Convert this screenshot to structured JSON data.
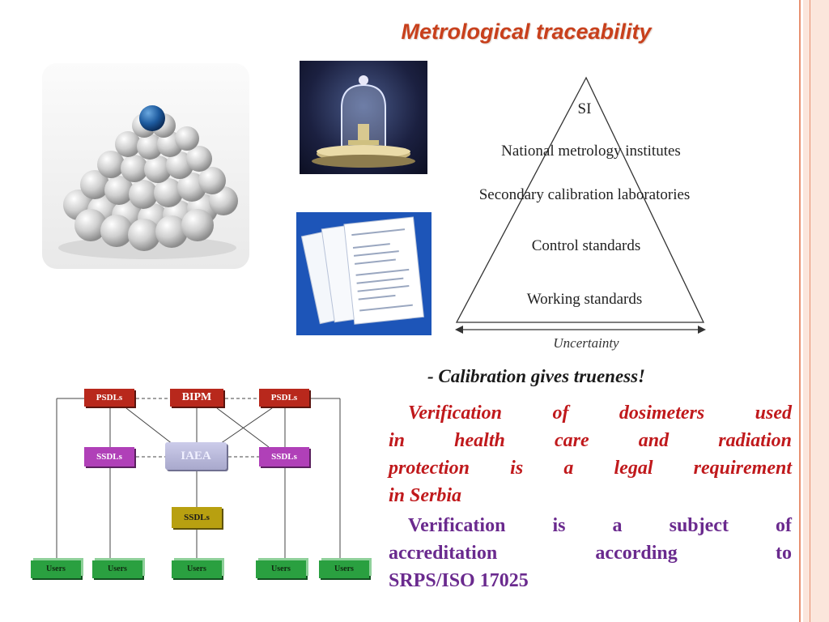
{
  "slide": {
    "title": "Metrological traceability",
    "hierarchy": {
      "levels": [
        "SI",
        "National metrology institutes",
        "Secondary calibration laboratories",
        "Control standards",
        "Working standards"
      ],
      "axis_label": "Uncertainty"
    },
    "calibration_note": "- Calibration gives trueness!",
    "network": {
      "top_center": "BIPM",
      "top_left": "PSDLs",
      "top_right": "PSDLs",
      "middle_center": "IAEA",
      "middle_left": "SSDLs",
      "middle_right": "SSDLs",
      "lower_center": "SSDLs",
      "users": [
        "Users",
        "Users",
        "Users",
        "Users",
        "Users"
      ]
    },
    "paragraph1": {
      "lines": [
        "Verification of dosimeters used",
        "in health care and radiation",
        "protection is a legal requirement",
        "in Serbia"
      ]
    },
    "paragraph2": {
      "lines": [
        "Verification is a subject of",
        "accreditation according to",
        "SRPS/ISO 17025"
      ]
    },
    "colors": {
      "title": "#c8401c",
      "paragraph1": "#c0191c",
      "paragraph2": "#6a2a8e",
      "psdl_box": "#b8281c",
      "ssdl_box": "#b040b8",
      "iaea_box": "#b8b8d8",
      "lower_ssdl_box": "#b8a010",
      "users_box": "#2aa040",
      "right_rule": "#e89070"
    }
  }
}
